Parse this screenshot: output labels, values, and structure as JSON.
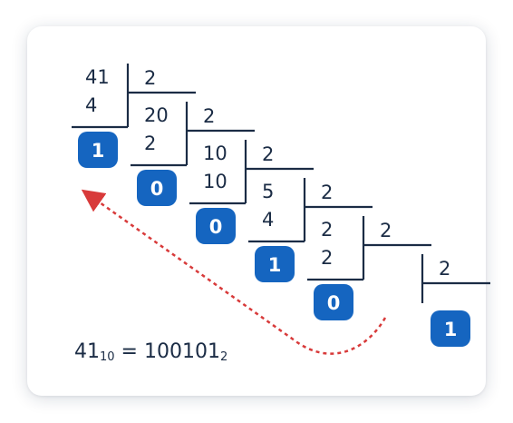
{
  "colors": {
    "ink": "#1b2c45",
    "badge": "#1565c0",
    "arrow": "#d83a3a"
  },
  "steps": [
    {
      "dividend": "41",
      "divisor": "2",
      "product": "4",
      "remainder": "1"
    },
    {
      "dividend": "20",
      "divisor": "2",
      "product": "2",
      "remainder": "0"
    },
    {
      "dividend": "10",
      "divisor": "2",
      "product": "10",
      "remainder": "0"
    },
    {
      "dividend": "5",
      "divisor": "2",
      "product": "4",
      "remainder": "1"
    },
    {
      "dividend": "2",
      "divisor": "2",
      "product": "2",
      "remainder": "0"
    },
    {
      "dividend": "",
      "divisor": "2",
      "product": "",
      "remainder": "1"
    }
  ],
  "result": {
    "decimal": "41",
    "decimal_base": "10",
    "equals": "=",
    "binary": "100101",
    "binary_base": "2"
  }
}
